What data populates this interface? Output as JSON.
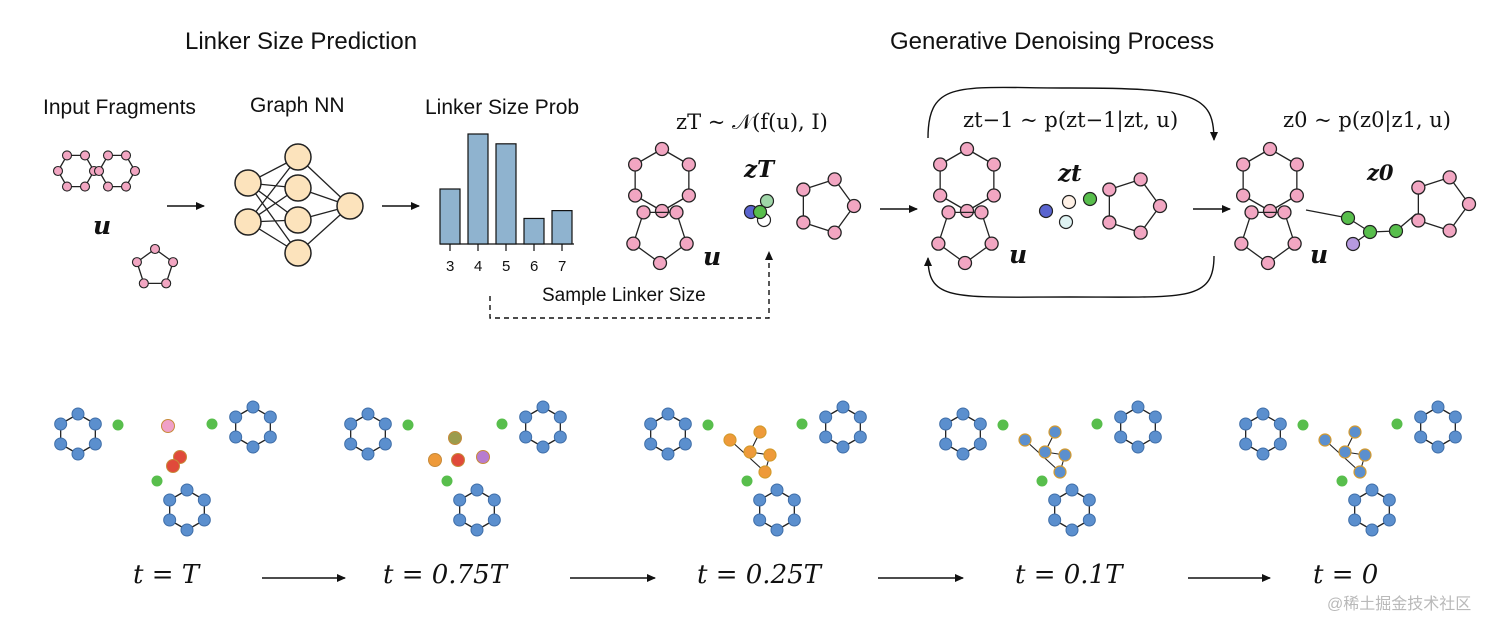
{
  "titles": {
    "linker_size_prediction": "Linker Size Prediction",
    "generative_denoising": "Generative Denoising Process"
  },
  "labels": {
    "input_fragments": "Input Fragments",
    "graph_nn": "Graph NN",
    "linker_size_prob": "Linker Size Prob",
    "sample_linker_size": "Sample Linker Size",
    "u": "u"
  },
  "equations": {
    "zT_dist": "zT ~ 𝒩(f(u), I)",
    "zt_minus_1": "zt−1 ~ p(zt−1|zt, u)",
    "z0_dist": "z0 ~ p(z0|z1, u)",
    "zT": "zT",
    "zt": "zt",
    "z0": "z0"
  },
  "chart_data": {
    "type": "bar",
    "title": "Linker Size Prob",
    "categories": [
      "3",
      "4",
      "5",
      "6",
      "7"
    ],
    "values": [
      0.28,
      0.56,
      0.51,
      0.13,
      0.17
    ]
  },
  "timeline": [
    "t = T",
    "t = 0.75T",
    "t = 0.25T",
    "t = 0.1T",
    "t = 0"
  ],
  "watermark": "@稀土掘金技术社区",
  "colors": {
    "fragment_node": "#f2a6c2",
    "bar_fill": "#8fb3cf",
    "node_orange": "#fce3bc",
    "atom_blue": "#5b8fce",
    "atom_green": "#58be4c",
    "atom_red": "#e04a3a",
    "atom_orange": "#ee9a3a",
    "atom_purple": "#b77ccf"
  }
}
